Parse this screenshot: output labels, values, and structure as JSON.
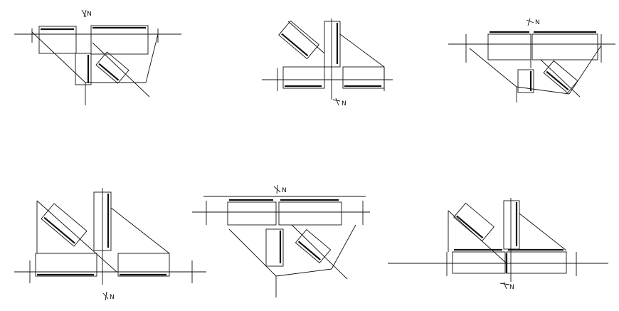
{
  "drawing": {
    "background": "#ffffff",
    "stroke": "#111111",
    "north_label": "N"
  },
  "details": [
    {
      "id": "detail-1",
      "variant": "tee-two-branches"
    },
    {
      "id": "detail-2",
      "variant": "corner-rotated"
    },
    {
      "id": "detail-3",
      "variant": "tee-two-branches"
    },
    {
      "id": "detail-4",
      "variant": "corner-diagonal"
    },
    {
      "id": "detail-5",
      "variant": "tee-two-branches"
    },
    {
      "id": "detail-6",
      "variant": "corner-rotated"
    }
  ]
}
